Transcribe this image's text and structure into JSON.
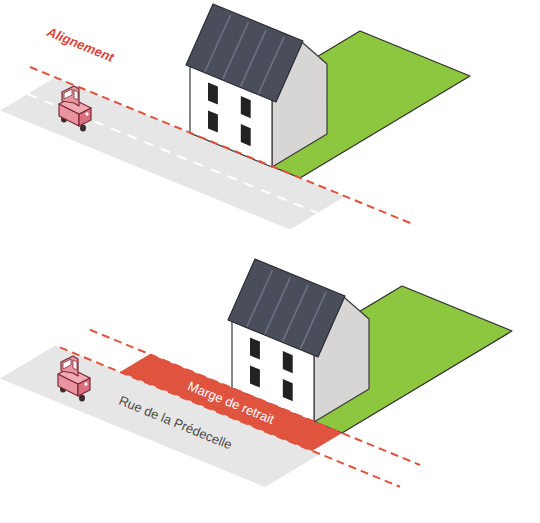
{
  "diagram": {
    "nodes": [
      {
        "text": [
          "Marge de retrait"
        ]
      }
    ],
    "labels": [
      "Alignement",
      "Rue de la Prédecelle"
    ]
  }
}
